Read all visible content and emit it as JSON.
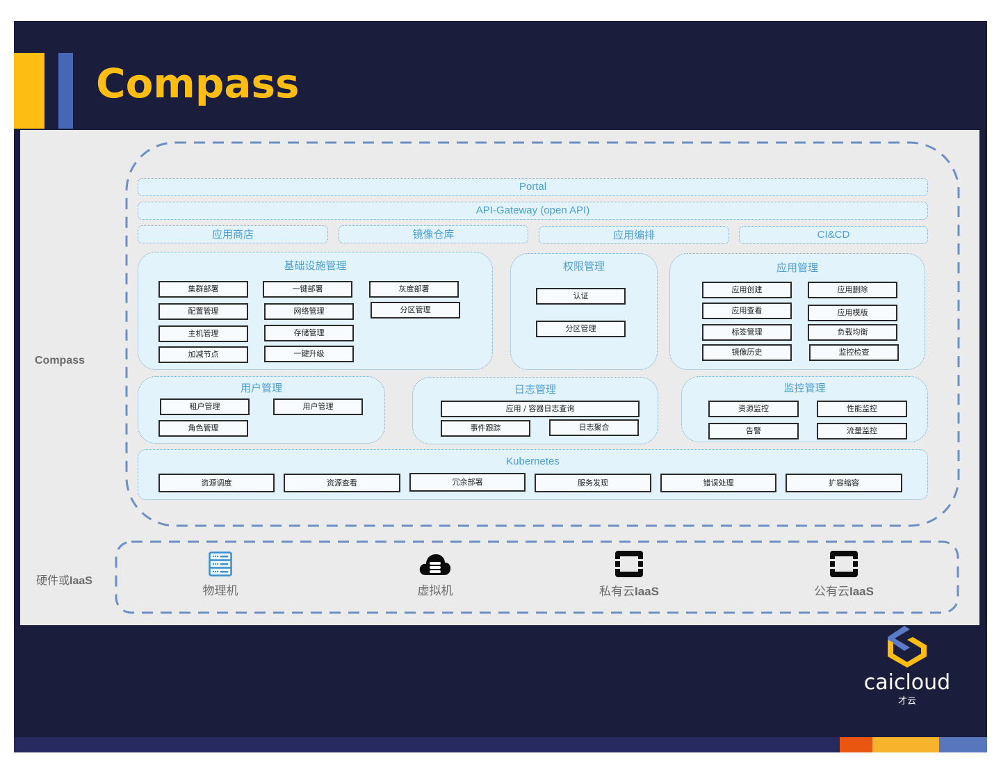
{
  "slide": {
    "title": "Compass",
    "colors": {
      "background": "#1b1d3d",
      "accent_yellow": "#fdbd12",
      "accent_blue": "#4567b5",
      "panel": "#ebebeb",
      "group_fill": "#e3f3fc",
      "group_text": "#4a9fd2",
      "dash_outline": "#6c8fc4"
    }
  },
  "side_labels": {
    "compass": "Compass",
    "hardware_prefix": "硬件或",
    "hardware_suffix": "IaaS"
  },
  "bands": {
    "portal": "Portal",
    "api_gateway": "API-Gateway (open API)",
    "services": [
      "应用商店",
      "镜像仓库",
      "应用编排",
      "CI&CD"
    ]
  },
  "groups": {
    "infra": {
      "title": "基础设施管理",
      "items": [
        "集群部署",
        "一键部署",
        "灰度部署",
        "配置管理",
        "网络管理",
        "分区管理",
        "主机管理",
        "存储管理",
        "加减节点",
        "一键升级"
      ]
    },
    "permission": {
      "title": "权限管理",
      "items": [
        "认证",
        "分区管理"
      ]
    },
    "app": {
      "title": "应用管理",
      "items": [
        "应用创建",
        "应用删除",
        "应用查看",
        "应用模版",
        "标签管理",
        "负载均衡",
        "镜像历史",
        "监控检查"
      ]
    },
    "user": {
      "title": "用户管理",
      "items": [
        "租户管理",
        "用户管理",
        "角色管理"
      ]
    },
    "log": {
      "title": "日志管理",
      "items": [
        "应用 / 容器日志查询",
        "事件跟踪",
        "日志聚合"
      ]
    },
    "monitor": {
      "title": "监控管理",
      "items": [
        "资源监控",
        "性能监控",
        "告警",
        "流量监控"
      ]
    },
    "kubernetes": {
      "title": "Kubernetes",
      "items": [
        "资源调度",
        "资源查看",
        "冗余部署",
        "服务发现",
        "错误处理",
        "扩容缩容"
      ]
    }
  },
  "hardware": [
    {
      "label": "物理机",
      "suffix": "",
      "icon": "server-rack-icon"
    },
    {
      "label": "虚拟机",
      "suffix": "",
      "icon": "cloud-server-icon"
    },
    {
      "label": "私有云",
      "suffix": "IaaS",
      "icon": "openstack-icon"
    },
    {
      "label": "公有云",
      "suffix": "IaaS",
      "icon": "openstack-icon"
    }
  ],
  "logo": {
    "name": "caicloud",
    "subtitle": "才云"
  }
}
